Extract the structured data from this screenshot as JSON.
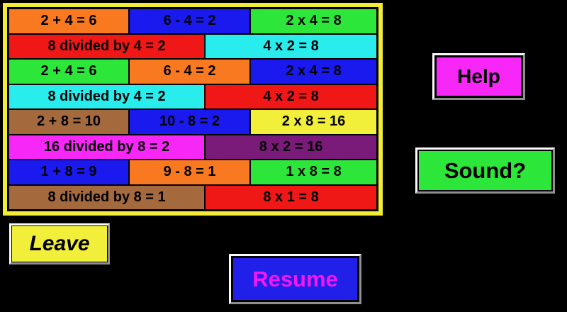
{
  "palette": {
    "background": "#000000",
    "panel_border_yellow": "#f0ec38",
    "orange": "#f8791f",
    "blue": "#1a1aee",
    "green": "#2ce73a",
    "red": "#f01717",
    "cyan": "#29eded",
    "brown": "#a4693c",
    "yellow": "#f2ef3a",
    "magenta": "#f728f7",
    "purple": "#7a1b7a"
  },
  "panel": {
    "rows": [
      {
        "cells": [
          {
            "text": "2 + 4 = 6",
            "bg": "#f8791f"
          },
          {
            "text": "6 - 4 = 2",
            "bg": "#1a1aee"
          },
          {
            "text": "2 x 4 = 8",
            "bg": "#2ce73a"
          }
        ]
      },
      {
        "cells": [
          {
            "text": "8 divided by 4 = 2",
            "bg": "#f01717"
          },
          {
            "text": "4 x 2 = 8",
            "bg": "#29eded"
          }
        ]
      },
      {
        "cells": [
          {
            "text": "2 + 4 = 6",
            "bg": "#2ce73a"
          },
          {
            "text": "6 - 4 = 2",
            "bg": "#f8791f"
          },
          {
            "text": "2 x 4 = 8",
            "bg": "#1a1aee"
          }
        ]
      },
      {
        "cells": [
          {
            "text": "8 divided by 4 = 2",
            "bg": "#29eded"
          },
          {
            "text": "4 x 2 = 8",
            "bg": "#f01717"
          }
        ]
      },
      {
        "cells": [
          {
            "text": "2 + 8 = 10",
            "bg": "#a4693c"
          },
          {
            "text": "10 - 8 = 2",
            "bg": "#1a1aee"
          },
          {
            "text": "2 x 8 = 16",
            "bg": "#f2ef3a"
          }
        ]
      },
      {
        "cells": [
          {
            "text": "16 divided by 8 = 2",
            "bg": "#f728f7"
          },
          {
            "text": "8 x 2 = 16",
            "bg": "#7a1b7a"
          }
        ]
      },
      {
        "cells": [
          {
            "text": "1 + 8 = 9",
            "bg": "#1a1aee"
          },
          {
            "text": "9 - 8 = 1",
            "bg": "#f8791f"
          },
          {
            "text": "1 x 8 = 8",
            "bg": "#2ce73a"
          }
        ]
      },
      {
        "cells": [
          {
            "text": "8 divided by 8 = 1",
            "bg": "#a4693c"
          },
          {
            "text": "8 x 1 = 8",
            "bg": "#f01717"
          }
        ]
      }
    ]
  },
  "buttons": {
    "help": {
      "label": "Help",
      "bg": "#f728f7",
      "text_color": "#000000"
    },
    "sound": {
      "label": "Sound?",
      "bg": "#2ce73a",
      "text_color": "#000000"
    },
    "leave": {
      "label": "Leave",
      "bg": "#f2ef3a",
      "text_color": "#000000"
    },
    "resume": {
      "label": "Resume",
      "bg": "#2020e8",
      "text_color": "#f716f7"
    }
  }
}
